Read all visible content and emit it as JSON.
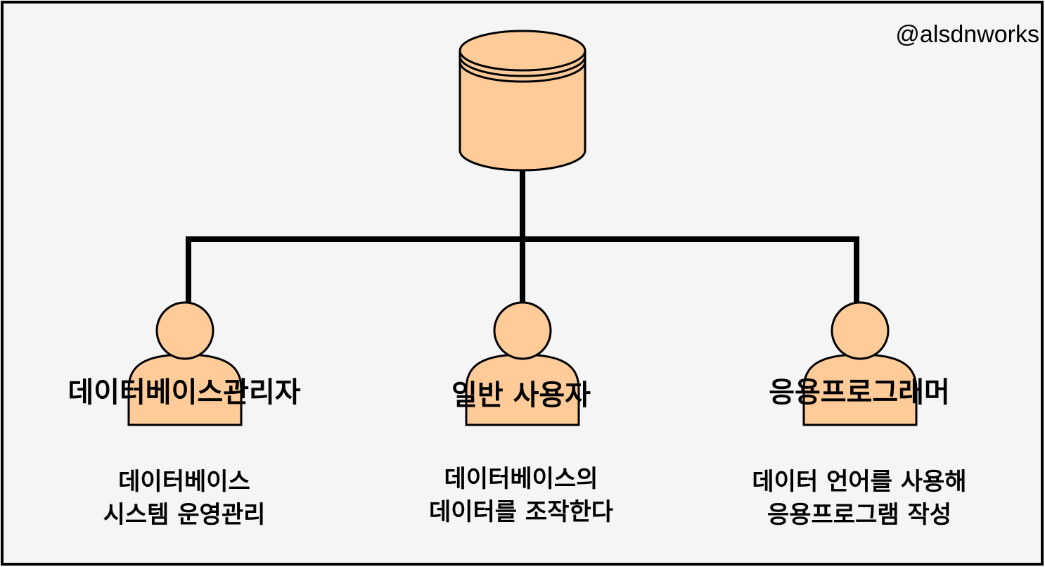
{
  "colors": {
    "background": "#f5f5f5",
    "border": "#000000",
    "fill": "#ffcc99",
    "stroke": "#000000"
  },
  "watermark": "@alsdnworks",
  "database": {
    "icon": "database-icon"
  },
  "nodes": [
    {
      "icon": "person-icon",
      "title": "데이터베이스관리자",
      "description": [
        "데이터베이스",
        "시스템 운영관리"
      ]
    },
    {
      "icon": "person-icon",
      "title": "일반 사용자",
      "description": [
        "데이터베이스의",
        "데이터를 조작한다"
      ]
    },
    {
      "icon": "person-icon",
      "title": "응용프로그래머",
      "description": [
        "데이터 언어를 사용해",
        "응용프로그램 작성"
      ]
    }
  ]
}
